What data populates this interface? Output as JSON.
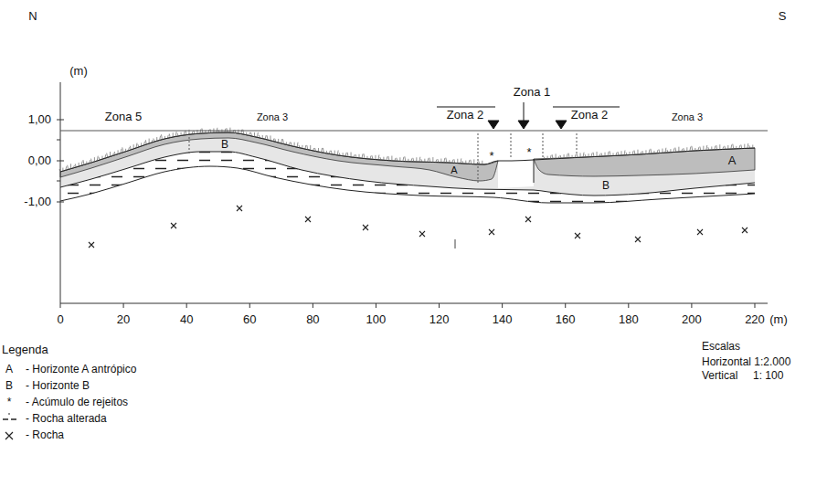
{
  "diagram": {
    "labels": [
      "N",
      "S",
      "(m)",
      "1,00",
      "0,00",
      "-1,00",
      "0",
      "20",
      "40",
      "60",
      "80",
      "100",
      "120",
      "140",
      "160",
      "180",
      "200",
      "220",
      "(m)",
      "Zona 5",
      "Zona 3",
      "Zona 2",
      "Zona 1",
      "Zona 2",
      "Zona 3",
      "B",
      "A",
      "*",
      "*",
      "B",
      "A",
      "Legenda",
      "A",
      "B",
      "*",
      "Escalas",
      "Horizontal 1:2.000",
      "Vertical     1: 100"
    ],
    "legend": [
      {
        "text": "- Horizonte A antrópico"
      },
      {
        "text": "- Horizonte B"
      },
      {
        "text": "- Acúmulo de rejeitos"
      },
      {
        "text": "- Rocha alterada"
      },
      {
        "text": "- Rocha"
      }
    ]
  }
}
